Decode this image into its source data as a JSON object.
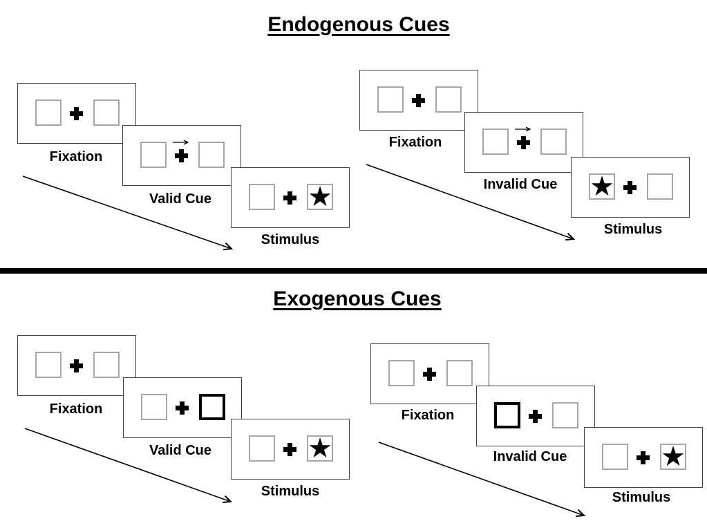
{
  "page": {
    "background": "#ffffff"
  },
  "colors": {
    "ink": "#000000",
    "panel_border": "#3f3f3f",
    "box_border": "#a6a6a6",
    "highlight_border": "#000000",
    "divider": "#000000"
  },
  "glyphs": {
    "star": "★"
  },
  "sections": [
    {
      "title": "Endogenous Cues",
      "cue_type": "central-arrow",
      "groups": [
        {
          "name": "endogenous-valid",
          "steps": [
            {
              "label": "Fixation"
            },
            {
              "label": "Valid Cue",
              "cue_arrow_direction": "right"
            },
            {
              "label": "Stimulus",
              "star_side": "right"
            }
          ]
        },
        {
          "name": "endogenous-invalid",
          "steps": [
            {
              "label": "Fixation"
            },
            {
              "label": "Invalid Cue",
              "cue_arrow_direction": "right"
            },
            {
              "label": "Stimulus",
              "star_side": "left"
            }
          ]
        }
      ]
    },
    {
      "title": "Exogenous Cues",
      "cue_type": "box-highlight",
      "groups": [
        {
          "name": "exogenous-valid",
          "steps": [
            {
              "label": "Fixation"
            },
            {
              "label": "Valid Cue",
              "highlight_side": "right"
            },
            {
              "label": "Stimulus",
              "star_side": "right"
            }
          ]
        },
        {
          "name": "exogenous-invalid",
          "steps": [
            {
              "label": "Fixation"
            },
            {
              "label": "Invalid Cue",
              "highlight_side": "left"
            },
            {
              "label": "Stimulus",
              "star_side": "right"
            }
          ]
        }
      ]
    }
  ]
}
